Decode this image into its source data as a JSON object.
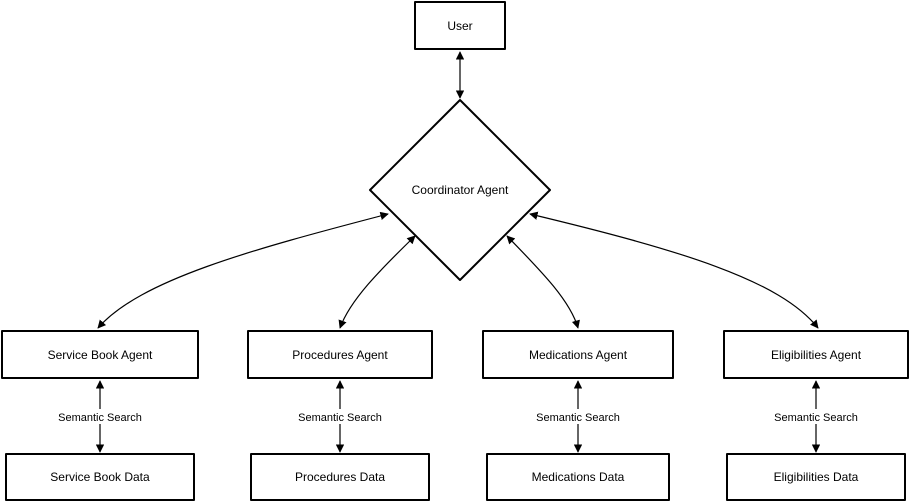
{
  "nodes": {
    "user": "User",
    "coordinator": "Coordinator Agent",
    "agents": [
      "Service Book Agent",
      "Procedures Agent",
      "Medications Agent",
      "Eligibilities Agent"
    ],
    "data_stores": [
      "Service Book Data",
      "Procedures Data",
      "Medications Data",
      "Eligibilities Data"
    ]
  },
  "edges": {
    "agent_to_data_label": "Semantic Search"
  },
  "colors": {
    "stroke": "#000000",
    "fill": "#ffffff",
    "text": "#000000"
  }
}
